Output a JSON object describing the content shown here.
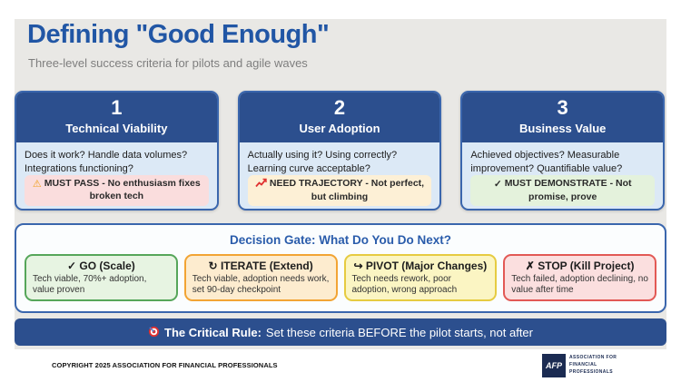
{
  "slide": {
    "title": "Defining \"Good Enough\"",
    "subtitle": "Three-level success criteria for pilots and agile waves",
    "cards": [
      {
        "number": "1",
        "title": "Technical Viability",
        "question": "Does it work? Handle data volumes? Integrations functioning?",
        "highlight_icon": "⚠",
        "highlight_icon_name": "warning-icon",
        "highlight": "MUST PASS - No enthusiasm fixes broken tech"
      },
      {
        "number": "2",
        "title": "User Adoption",
        "question": "Actually using it? Using correctly? Learning curve acceptable?",
        "highlight_icon_name": "chart-increasing-icon",
        "highlight": "NEED TRAJECTORY - Not perfect, but climbing"
      },
      {
        "number": "3",
        "title": "Business Value",
        "question": "Achieved objectives? Measurable improvement? Quantifiable value?",
        "highlight_icon": "✓",
        "highlight_icon_name": "check-icon",
        "highlight": "MUST DEMONSTRATE - Not promise, prove"
      }
    ],
    "decision_gate": {
      "title": "Decision Gate: What Do You Do Next?",
      "options": [
        {
          "icon": "✓",
          "icon_name": "check-icon",
          "title": "GO (Scale)",
          "description": "Tech viable, 70%+ adoption, value proven"
        },
        {
          "icon": "↻",
          "icon_name": "iterate-circular-arrow-icon",
          "title": "ITERATE (Extend)",
          "description": "Tech viable, adoption needs work, set 90-day checkpoint"
        },
        {
          "icon": "↪",
          "icon_name": "pivot-hook-arrow-icon",
          "title": "PIVOT (Major Changes)",
          "description": "Tech needs rework, poor adoption, wrong approach"
        },
        {
          "icon": "✗",
          "icon_name": "x-mark-icon",
          "title": "STOP (Kill Project)",
          "description": "Tech failed, adoption declining, no value after time"
        }
      ]
    },
    "critical_rule": {
      "icon_name": "target-icon",
      "label": "The Critical Rule:",
      "text": "Set these criteria BEFORE the pilot starts, not after"
    }
  },
  "footer": {
    "copyright": "COPYRIGHT 2025 ASSOCIATION FOR FINANCIAL PROFESSIONALS",
    "logo_abbr": "AFP",
    "logo_lines": [
      "ASSOCIATION FOR",
      "FINANCIAL",
      "PROFESSIONALS"
    ]
  },
  "colors": {
    "title_blue": "#2156a5",
    "header_navy": "#2c4f8e",
    "card_border_blue": "#3a66ad",
    "card_body_blue": "#dce9f6",
    "slide_gray": "#e9e8e5",
    "pink_bg": "#fadddd",
    "cream_bg": "#fdf0d6",
    "green_bg": "#e4f2dc",
    "go_green_border": "#56a65a",
    "iterate_orange_border": "#f2a434",
    "pivot_yellow_border": "#e6cb41",
    "stop_red_border": "#e25955"
  }
}
